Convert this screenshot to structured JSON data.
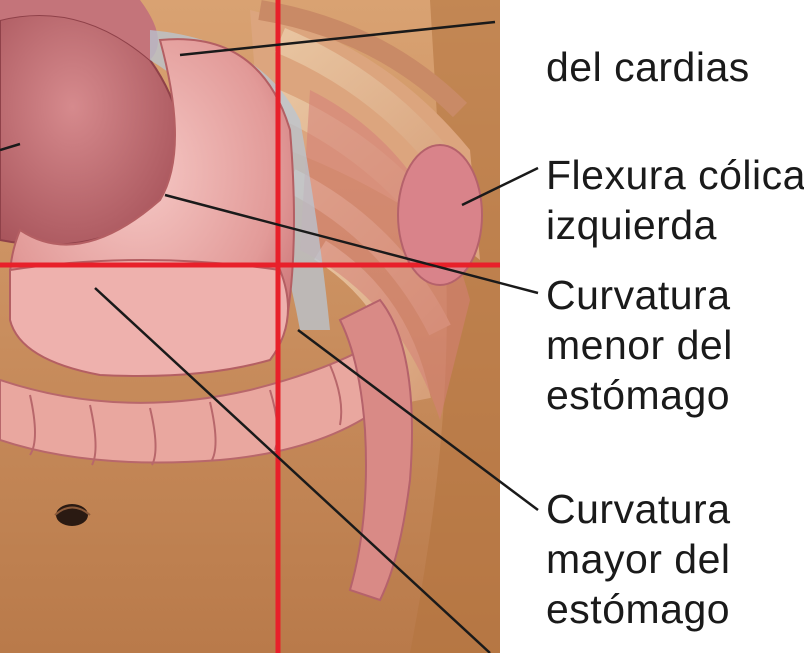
{
  "labels": {
    "cardias": [
      "del cardias"
    ],
    "flexura": [
      "Flexura cólica",
      "izquierda"
    ],
    "curvatura_menor": [
      "Curvatura",
      "menor del",
      "estómago"
    ],
    "curvatura_mayor": [
      "Curvatura",
      "mayor del",
      "estómago"
    ]
  },
  "colors": {
    "crosshair": "#e8202a",
    "leader_line": "#1a1a1a",
    "skin": "#c98a5a",
    "stomach": "#e7a3a0"
  }
}
